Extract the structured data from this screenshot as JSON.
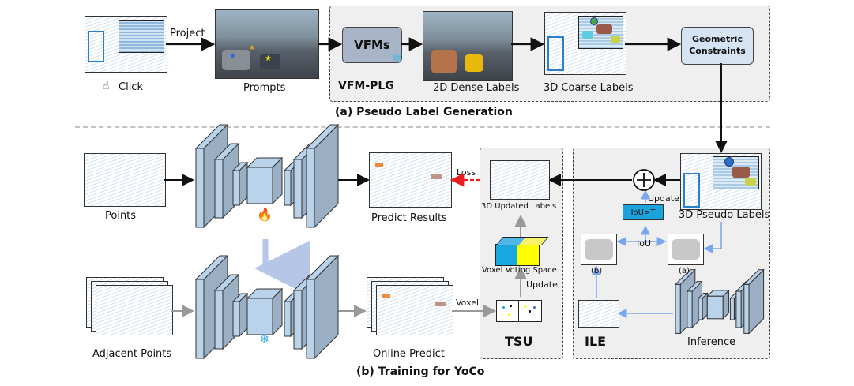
{
  "section_a": {
    "caption": "(a) Pseudo Label Generation",
    "click_label": "Click",
    "project_label": "Project",
    "prompts_label": "Prompts",
    "vfm_box": "VFMs",
    "vfm_plg_label": "VFM-PLG",
    "dense_label": "2D Dense Labels",
    "coarse_label": "3D Coarse Labels",
    "geo_box_line1": "Geometric",
    "geo_box_line2": "Constraints"
  },
  "section_b": {
    "caption": "(b) Training for YoCo",
    "points_label": "Points",
    "predict_label": "Predict Results",
    "adjacent_label": "Adjacent Points",
    "online_label": "Online Predict",
    "loss_label": "Loss",
    "voxel_label": "Voxel",
    "tsu": {
      "title": "TSU",
      "updated_label": "3D Updated Labels",
      "voting_label": "Voxel Voting Space",
      "update_label": "Update"
    },
    "ile": {
      "title": "ILE",
      "pseudo_label": "3D Pseudo Labels",
      "update_label": "Update",
      "iou_box": "IoU>T",
      "iou_label": "IoU",
      "b_label": "(b)",
      "a_label": "(a)",
      "inference_label": "Inference"
    }
  },
  "icons": {
    "snowflake": "❄",
    "fire": "🔥",
    "hand": "☝",
    "plus": "+"
  },
  "colors": {
    "panel_bg": "#efefef",
    "net_front": "#b9d3ea",
    "net_side": "#9aafc4",
    "iou_box": "#1aa3dc",
    "loss_arrow": "#e81d1d",
    "blue_line": "#7aa6ee",
    "cube_blue": "#19a7df",
    "cube_yellow": "#ffff00"
  }
}
